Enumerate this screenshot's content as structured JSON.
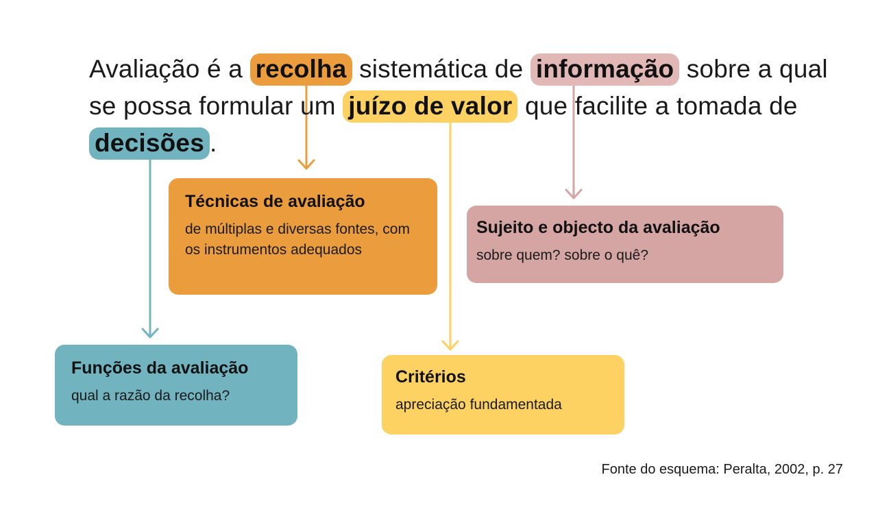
{
  "sentence": {
    "part1": "Avaliação é a",
    "kw_recolha": "recolha",
    "part2": "sistemática de",
    "kw_informacao": "informação",
    "part3": "sobre a qual se possa formular um",
    "kw_juizo": "juízo de valor",
    "part4": "que facilite a tomada de",
    "kw_decisoes": "decisões",
    "part5": "."
  },
  "boxes": {
    "tecnicas": {
      "title": "Técnicas de avaliação",
      "desc": "de múltiplas e diversas fontes, com os instrumentos adequados"
    },
    "sujeito": {
      "title": "Sujeito e objecto da avaliação",
      "desc": "sobre quem? sobre o quê?"
    },
    "funcoes": {
      "title": "Funções da avaliação",
      "desc": "qual a razão da recolha?"
    },
    "criterios": {
      "title": "Critérios",
      "desc": "apreciação fundamentada"
    }
  },
  "source": "Fonte do esquema: Peralta, 2002, p. 27",
  "colors": {
    "orange": "#eb9d3d",
    "pink": "#d5a5a4",
    "yellow": "#fdd262",
    "teal": "#71b3bf"
  }
}
